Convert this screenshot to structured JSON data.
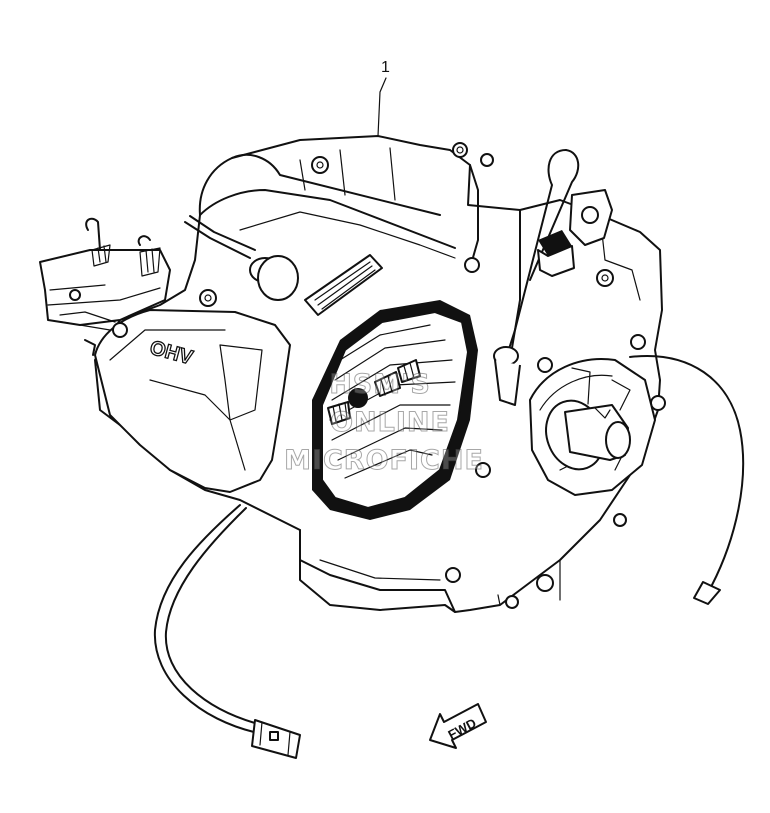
{
  "diagram": {
    "callouts": [
      {
        "id": "1",
        "label": "1"
      }
    ],
    "component_markings": {
      "valve_cover": "OHV",
      "direction_arrow": "FWD"
    },
    "watermark": {
      "line1": "HSM'S",
      "line2": "ONLINE",
      "line3": "MICROFICHE"
    }
  }
}
